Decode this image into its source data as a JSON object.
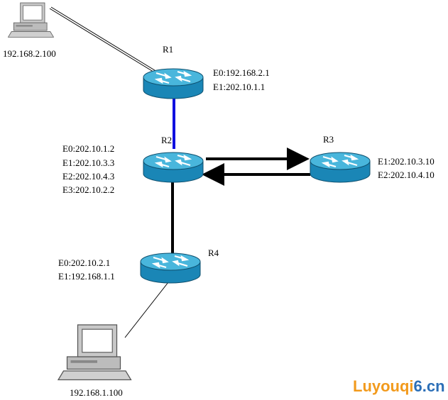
{
  "hosts": {
    "top": {
      "ip": "192.168.2.100"
    },
    "bottom": {
      "ip": "192.168.1.100"
    }
  },
  "routers": {
    "r1": {
      "name": "R1",
      "interfaces": [
        "E0:192.168.2.1",
        "E1:202.10.1.1"
      ]
    },
    "r2": {
      "name": "R2",
      "interfaces": [
        "E0:202.10.1.2",
        "E1:202.10.3.3",
        "E2:202.10.4.3",
        "E3:202.10.2.2"
      ]
    },
    "r3": {
      "name": "R3",
      "interfaces": [
        "E1:202.10.3.10",
        "E2:202.10.4.10"
      ]
    },
    "r4": {
      "name": "R4",
      "interfaces": [
        "E0:202.10.2.1",
        "E1:192.168.1.1"
      ]
    }
  },
  "watermark": {
    "part1": "Luyouqi",
    "part2": "6.cn"
  },
  "colors": {
    "router_body": "#1d8fc0",
    "router_top": "#47b5dc",
    "link_blue": "#1010e0",
    "link_black": "#000000"
  }
}
